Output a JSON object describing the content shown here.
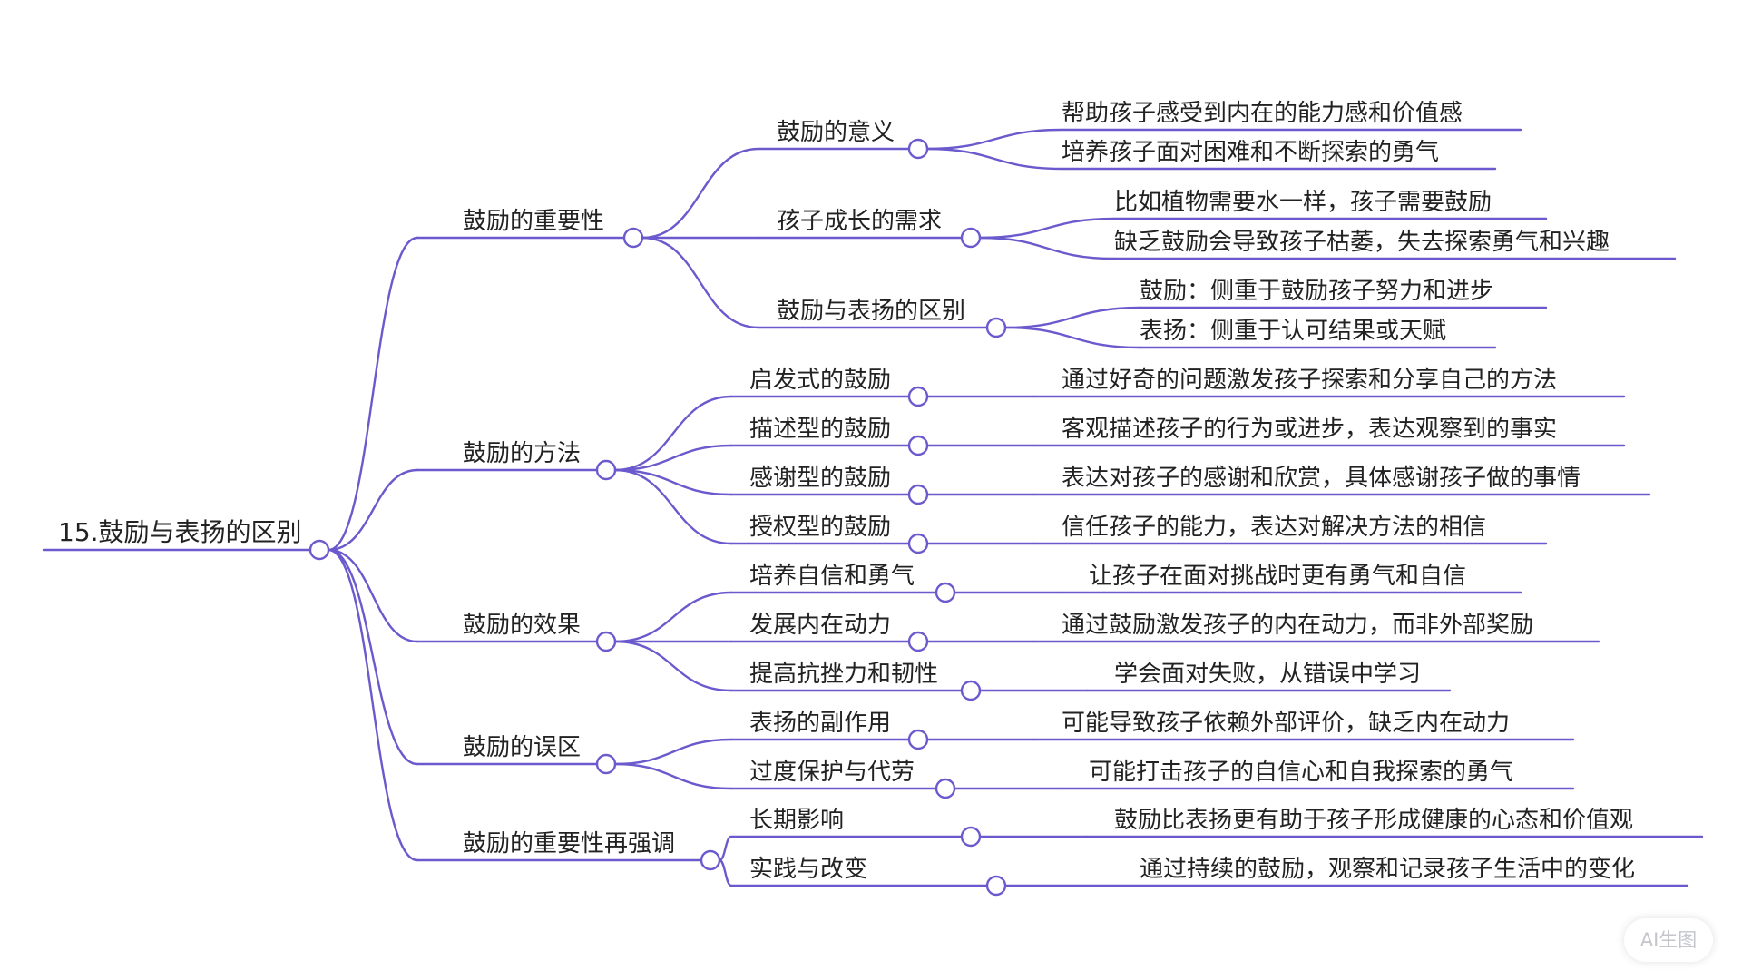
{
  "title": "15.鼓励与表扬的区别",
  "branches": [
    {
      "label": "鼓励的重要性",
      "children": [
        {
          "label": "鼓励的意义",
          "details": [
            "帮助孩子感受到内在的能力感和价值感",
            "培养孩子面对困难和不断探索的勇气"
          ]
        },
        {
          "label": "孩子成长的需求",
          "details": [
            "比如植物需要水一样，孩子需要鼓励",
            "缺乏鼓励会导致孩子枯萎，失去探索勇气和兴趣"
          ]
        },
        {
          "label": "鼓励与表扬的区别",
          "details": [
            "鼓励：侧重于鼓励孩子努力和进步",
            "表扬：侧重于认可结果或天赋"
          ]
        }
      ]
    },
    {
      "label": "鼓励的方法",
      "children": [
        {
          "label": "启发式的鼓励",
          "details": [
            "通过好奇的问题激发孩子探索和分享自己的方法"
          ]
        },
        {
          "label": "描述型的鼓励",
          "details": [
            "客观描述孩子的行为或进步，表达观察到的事实"
          ]
        },
        {
          "label": "感谢型的鼓励",
          "details": [
            "表达对孩子的感谢和欣赏，具体感谢孩子做的事情"
          ]
        },
        {
          "label": "授权型的鼓励",
          "details": [
            "信任孩子的能力，表达对解决方法的相信"
          ]
        }
      ]
    },
    {
      "label": "鼓励的效果",
      "children": [
        {
          "label": "培养自信和勇气",
          "details": [
            "让孩子在面对挑战时更有勇气和自信"
          ]
        },
        {
          "label": "发展内在动力",
          "details": [
            "通过鼓励激发孩子的内在动力，而非外部奖励"
          ]
        },
        {
          "label": "提高抗挫力和韧性",
          "details": [
            "学会面对失败，从错误中学习"
          ]
        }
      ]
    },
    {
      "label": "鼓励的误区",
      "children": [
        {
          "label": "表扬的副作用",
          "details": [
            "可能导致孩子依赖外部评价，缺乏内在动力"
          ]
        },
        {
          "label": "过度保护与代劳",
          "details": [
            "可能打击孩子的自信心和自我探索的勇气"
          ]
        }
      ]
    },
    {
      "label": "鼓励的重要性再强调",
      "children": [
        {
          "label": "长期影响",
          "details": [
            "鼓励比表扬更有助于孩子形成健康的心态和价值观"
          ]
        },
        {
          "label": "实践与改变",
          "details": [
            "通过持续的鼓励，观察和记录孩子生活中的变化"
          ]
        }
      ]
    }
  ],
  "watermark": "AI生图",
  "colors": {
    "line": "#6a5acd",
    "text": "#222222",
    "watermark": "#c4c6cc"
  }
}
